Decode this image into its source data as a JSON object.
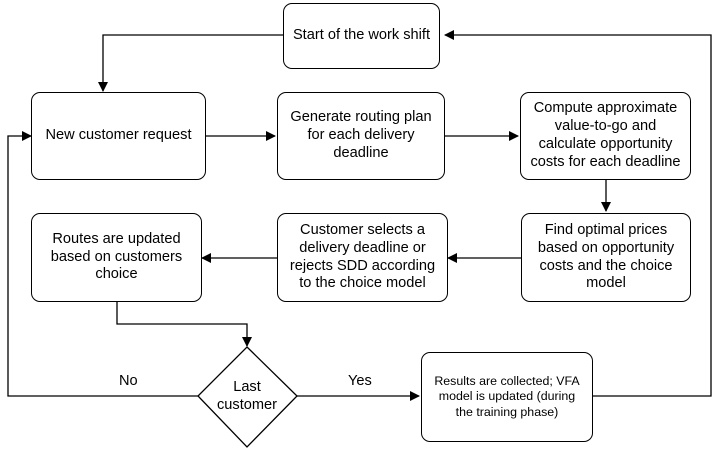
{
  "nodes": {
    "start": "Start of the work shift",
    "request": "New customer request",
    "routing": "Generate routing plan\nfor each delivery\ndeadline",
    "compute": "Compute approximate\nvalue-to-go and\ncalculate opportunity\ncosts for each deadline",
    "prices": "Find optimal prices\nbased on opportunity\ncosts and the choice\nmodel",
    "select": "Customer selects a\ndelivery deadline or\nrejects SDD according\nto the choice model",
    "update": "Routes are updated\nbased on customers\nchoice",
    "decision": "Last\ncustomer",
    "results": "Results are collected; VFA\nmodel is updated (during\nthe training phase)"
  },
  "edges": {
    "no_label": "No",
    "yes_label": "Yes"
  }
}
